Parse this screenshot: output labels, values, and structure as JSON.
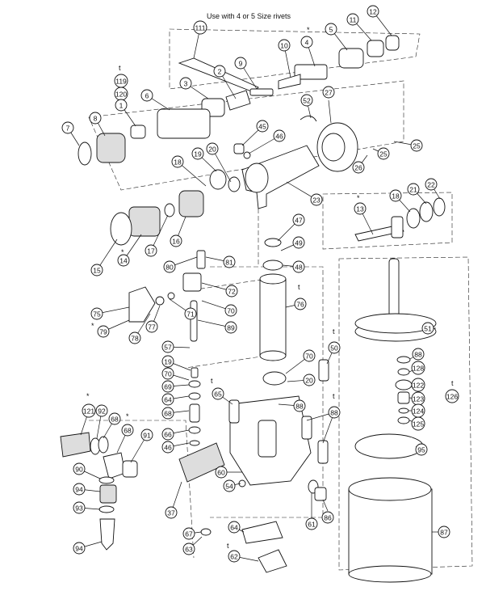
{
  "caption": "Use with 4 or 5 Size rivets",
  "parts": [
    "111",
    "4",
    "5",
    "11",
    "12",
    "10",
    "9",
    "2",
    "3",
    "6",
    "119",
    "120",
    "1",
    "8",
    "7",
    "52",
    "27",
    "45",
    "46",
    "25",
    "26",
    "25",
    "20",
    "19",
    "18",
    "23",
    "13",
    "18",
    "21",
    "22",
    "15",
    "14",
    "17",
    "16",
    "47",
    "49",
    "48",
    "80",
    "81",
    "72",
    "70",
    "71",
    "75",
    "79",
    "78",
    "77",
    "76",
    "51",
    "57",
    "70",
    "20",
    "19",
    "70",
    "69",
    "64",
    "68",
    "66",
    "46",
    "65",
    "88",
    "50",
    "88",
    "88",
    "128",
    "122",
    "123",
    "124",
    "125",
    "126",
    "121",
    "92",
    "68",
    "68",
    "91",
    "90",
    "94",
    "93",
    "94",
    "95",
    "60",
    "54",
    "37",
    "67",
    "63",
    "64",
    "62",
    "61",
    "86",
    "87",
    "89"
  ],
  "marks": [
    "*",
    "t",
    "*",
    "*",
    "*",
    "*",
    "t",
    "*",
    "t",
    "t",
    "t",
    "t",
    "t"
  ]
}
